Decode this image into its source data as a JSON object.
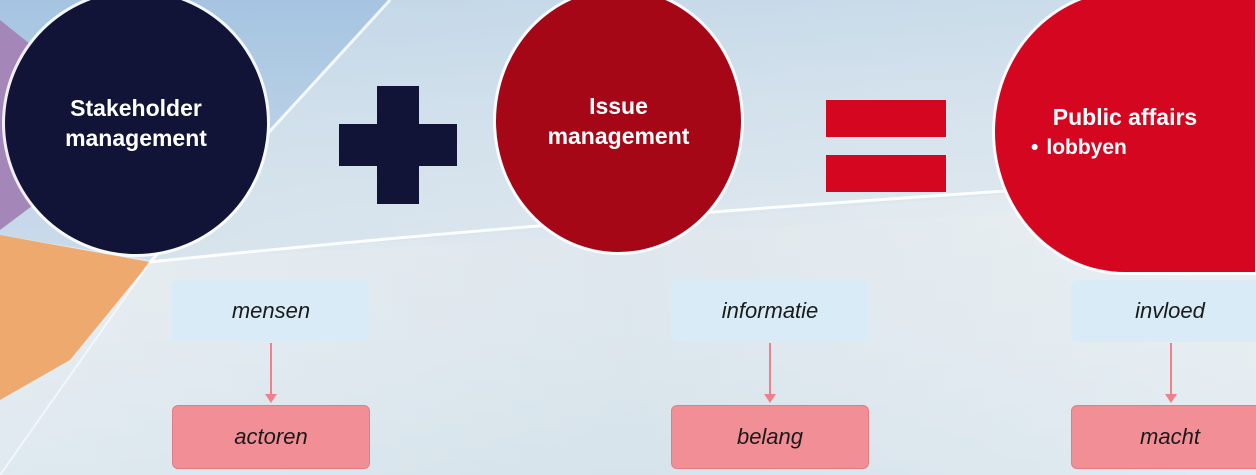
{
  "colors": {
    "stakeholder_circle": "#111436",
    "issue_circle": "#a50717",
    "public_circle": "#d50720",
    "plus_sign": "#111436",
    "equals_sign": "#d50720",
    "light_box": "#d8ebf6",
    "pink_box": "#f28f96",
    "arrow": "#f0808a"
  },
  "stakeholder": {
    "title": "Stakeholder management",
    "attribute": "mensen",
    "result": "actoren"
  },
  "issue": {
    "title": "Issue management",
    "attribute": "informatie",
    "result": "belang"
  },
  "public": {
    "title": "Public affairs",
    "bullet": "lobbyen",
    "attribute": "invloed",
    "result": "macht"
  },
  "operators": {
    "plus": "plus-sign",
    "equals": "equals-sign"
  }
}
